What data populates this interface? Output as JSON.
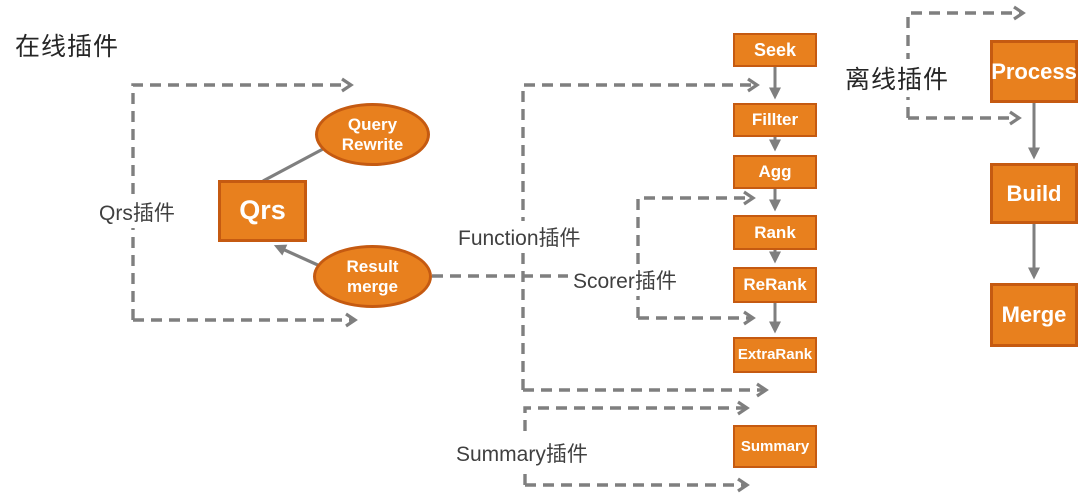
{
  "titles": {
    "online": "在线插件",
    "offline": "离线插件"
  },
  "plugin_labels": {
    "qrs": "Qrs插件",
    "function": "Function插件",
    "scorer": "Scorer插件",
    "summary": "Summary插件"
  },
  "nodes": {
    "qrs": "Qrs",
    "query_rewrite": "Query Rewrite",
    "result_merge": "Result merge",
    "seek": "Seek",
    "fillter": "Fillter",
    "agg": "Agg",
    "rank": "Rank",
    "rerank": "ReRank",
    "extrarank": "ExtraRank",
    "summary": "Summary",
    "process": "Process",
    "build": "Build",
    "merge": "Merge"
  },
  "colors": {
    "node_fill": "#E8801E",
    "node_border": "#C55A11",
    "connector_gray": "#7F7F7F",
    "label_text": "#404040"
  }
}
